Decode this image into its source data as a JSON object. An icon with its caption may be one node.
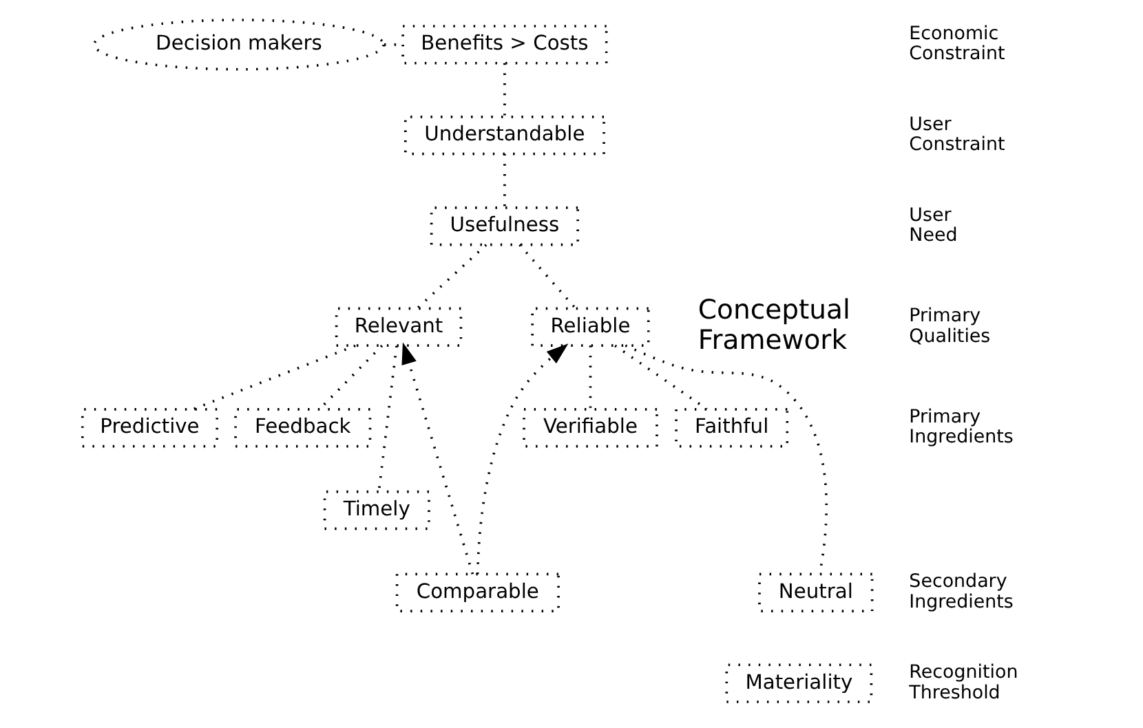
{
  "diagram": {
    "nodes": [
      {
        "text": [
          "Decision makers"
        ]
      },
      {
        "text": [
          "Benefits > Costs"
        ]
      },
      {
        "text": [
          "Understandable"
        ]
      },
      {
        "text": [
          "Usefulness"
        ]
      },
      {
        "text": [
          "Relevant"
        ]
      },
      {
        "text": [
          "Reliable"
        ]
      },
      {
        "text": [
          "Predictive"
        ]
      },
      {
        "text": [
          "Feedback"
        ]
      },
      {
        "text": [
          "Verifiable"
        ]
      },
      {
        "text": [
          "Faithful"
        ]
      },
      {
        "text": [
          "Timely"
        ]
      },
      {
        "text": [
          "Comparable"
        ]
      },
      {
        "text": [
          "Neutral"
        ]
      },
      {
        "text": [
          "Materiality"
        ]
      }
    ],
    "edges": [
      {
        "from": 0,
        "to": 1,
        "arrow": "none"
      },
      {
        "from": 1,
        "to": 2,
        "arrow": "none"
      },
      {
        "from": 2,
        "to": 3,
        "arrow": "none"
      },
      {
        "from": 3,
        "to": 4,
        "arrow": "none"
      },
      {
        "from": 3,
        "to": 5,
        "arrow": "none"
      },
      {
        "from": 4,
        "to": 6,
        "arrow": "none"
      },
      {
        "from": 4,
        "to": 7,
        "arrow": "none"
      },
      {
        "from": 4,
        "to": 10,
        "arrow": "none"
      },
      {
        "from": 11,
        "to": 4,
        "arrow": "to"
      },
      {
        "from": 11,
        "to": 5,
        "arrow": "to"
      },
      {
        "from": 5,
        "to": 8,
        "arrow": "none"
      },
      {
        "from": 5,
        "to": 9,
        "arrow": "none"
      },
      {
        "from": 5,
        "to": 12,
        "arrow": "none"
      }
    ],
    "labels": [
      "Conceptual Framework",
      "Economic Constraint",
      "User Constraint",
      "User Need",
      "Primary Qualities",
      "Primary Ingredients",
      "Secondary Ingredients",
      "Recognition Threshold"
    ]
  }
}
